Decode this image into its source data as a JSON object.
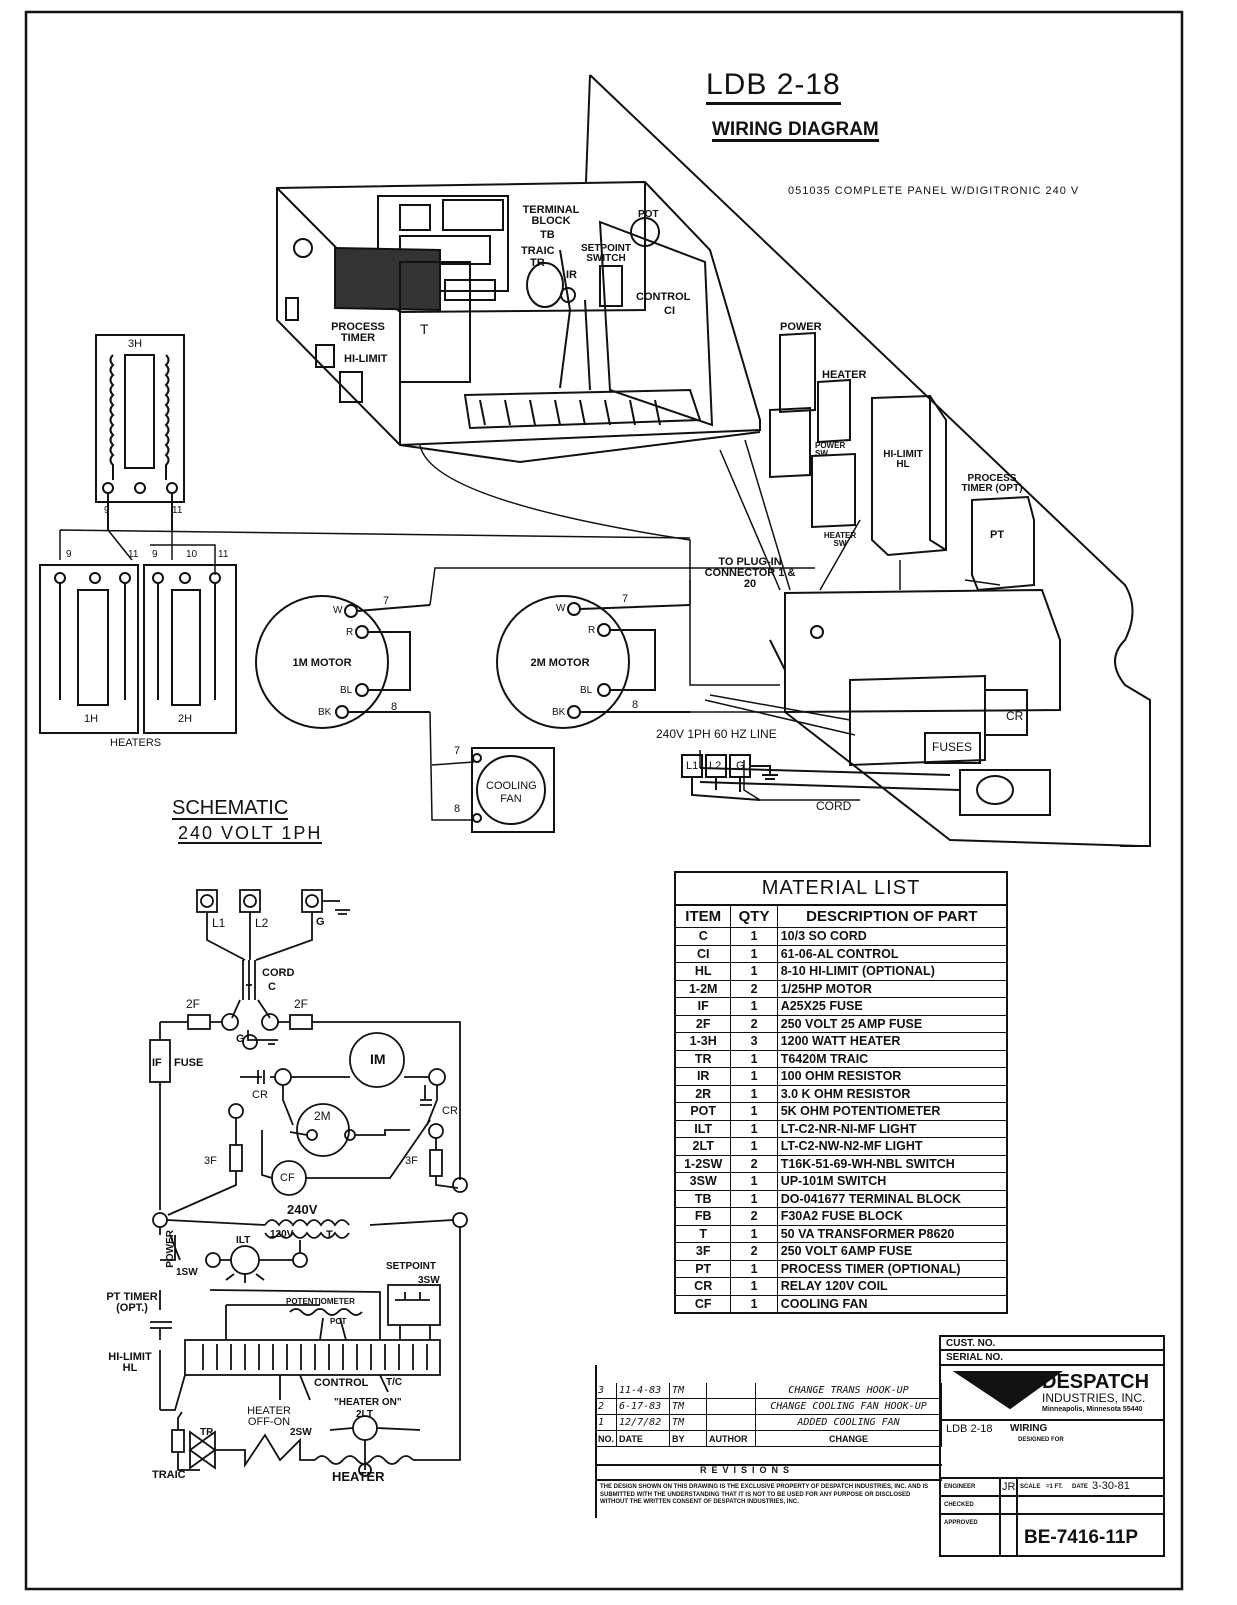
{
  "header": {
    "title": "LDB 2-18",
    "subtitle": "WIRING DIAGRAM",
    "panel_note": "051035 COMPLETE PANEL W/DIGITRONIC 240 V"
  },
  "panel_labels": {
    "terminal_block": "TERMINAL BLOCK",
    "tb": "TB",
    "traic": "TRAIC",
    "tr": "TR",
    "ir": "IR",
    "setpoint_switch": "SETPOINT SWITCH",
    "pot": "POT",
    "control": "CONTROL",
    "ci": "CI",
    "process_timer": "PROCESS TIMER",
    "hi_limit": "HI-LIMIT",
    "t": "T",
    "power": "POWER",
    "heater": "HEATER",
    "hi_limit_hl": "HI-LIMIT HL",
    "process_timer_opt": "PROCESS TIMER (OPT)",
    "pt": "PT",
    "heater_sw": "HEATER SW",
    "power_sw": "POWER SW",
    "plug_in": "TO PLUG-IN CONNECTOR 1 & 20",
    "line": "240V 1PH 60 HZ LINE",
    "cord": "CORD",
    "fuses": "FUSES",
    "cr": "CR",
    "l1": "L1",
    "l2": "L2",
    "g": "G"
  },
  "heaters": {
    "h3": "3H",
    "h1": "1H",
    "h2": "2H",
    "label": "HEATERS",
    "n9": "9",
    "n10": "10",
    "n11": "11"
  },
  "motors": {
    "m1": "1M MOTOR",
    "m2": "2M MOTOR",
    "w": "W",
    "r": "R",
    "bl": "BL",
    "bk": "BK",
    "n7": "7",
    "n8": "8",
    "fan": "COOLING FAN"
  },
  "schematic": {
    "title": "SCHEMATIC",
    "subtitle": "240 VOLT 1PH",
    "l1": "L1",
    "l2": "L2",
    "g": "G",
    "cord": "CORD",
    "c": "C",
    "f2": "2F",
    "fuse": "FUSE",
    "if": "IF",
    "im": "IM",
    "m2": "2M",
    "cr": "CR",
    "f3": "3F",
    "cf": "CF",
    "v240": "240V",
    "v120": "120V",
    "t": "T",
    "power": "POWER",
    "sw1": "1SW",
    "ilt": "ILT",
    "pt_timer": "PT TIMER (OPT.)",
    "hi_limit": "HI-LIMIT HL",
    "setpoint": "SETPOINT",
    "sw3": "3SW",
    "potentiometer": "POTENTIOMETER",
    "pot": "POT",
    "control": "CONTROL",
    "tc": "T/C",
    "heater_off_on": "HEATER OFF-ON",
    "sw2": "2SW",
    "heater_on": "\"HEATER ON\"",
    "lt2": "2LT",
    "heater": "HEATER",
    "traic": "TRAIC",
    "tr": "TR"
  },
  "material_list": {
    "title": "MATERIAL LIST",
    "headers": [
      "ITEM",
      "QTY",
      "DESCRIPTION OF PART"
    ],
    "rows": [
      [
        "C",
        "1",
        "10/3 SO CORD"
      ],
      [
        "CI",
        "1",
        "61-06-AL CONTROL"
      ],
      [
        "HL",
        "1",
        "8-10 HI-LIMIT (OPTIONAL)"
      ],
      [
        "1-2M",
        "2",
        "1/25HP MOTOR"
      ],
      [
        "IF",
        "1",
        "A25X25 FUSE"
      ],
      [
        "2F",
        "2",
        "250 VOLT 25 AMP FUSE"
      ],
      [
        "1-3H",
        "3",
        "1200 WATT HEATER"
      ],
      [
        "TR",
        "1",
        "T6420M TRAIC"
      ],
      [
        "IR",
        "1",
        "100 OHM RESISTOR"
      ],
      [
        "2R",
        "1",
        "3.0 K OHM RESISTOR"
      ],
      [
        "POT",
        "1",
        "5K OHM POTENTIOMETER"
      ],
      [
        "ILT",
        "1",
        "LT-C2-NR-NI-MF LIGHT"
      ],
      [
        "2LT",
        "1",
        "LT-C2-NW-N2-MF LIGHT"
      ],
      [
        "1-2SW",
        "2",
        "T16K-51-69-WH-NBL SWITCH"
      ],
      [
        "3SW",
        "1",
        "UP-101M SWITCH"
      ],
      [
        "TB",
        "1",
        "DO-041677 TERMINAL BLOCK"
      ],
      [
        "FB",
        "2",
        "F30A2 FUSE BLOCK"
      ],
      [
        "T",
        "1",
        "50 VA TRANSFORMER P8620"
      ],
      [
        "3F",
        "2",
        "250 VOLT 6AMP FUSE"
      ],
      [
        "PT",
        "1",
        "PROCESS TIMER (OPTIONAL)"
      ],
      [
        "CR",
        "1",
        "RELAY 120V COIL"
      ],
      [
        "CF",
        "1",
        "COOLING FAN"
      ]
    ]
  },
  "revisions": {
    "label": "REVISIONS",
    "headers": [
      "NO.",
      "DATE",
      "BY",
      "AUTHOR",
      "CHANGE"
    ],
    "rows": [
      [
        "3",
        "11-4-83",
        "TM",
        "",
        "CHANGE TRANS HOOK-UP"
      ],
      [
        "2",
        "6-17-83",
        "TM",
        "",
        "CHANGE COOLING FAN HOOK-UP"
      ],
      [
        "1",
        "12/7/82",
        "TM",
        "",
        "ADDED COOLING FAN"
      ]
    ],
    "notice": "THE DESIGN SHOWN ON THIS DRAWING IS THE EXCLUSIVE PROPERTY OF DESPATCH INDUSTRIES, INC. AND IS SUBMITTED WITH THE UNDERSTANDING THAT IT IS NOT TO BE USED FOR ANY PURPOSE OR DISCLOSED WITHOUT THE WRITTEN CONSENT OF DESPATCH INDUSTRIES, INC."
  },
  "title_block": {
    "cust_no": "CUST. NO.",
    "serial_no": "SERIAL NO.",
    "company": "DESPATCH",
    "company_sub": "INDUSTRIES, INC.",
    "company_addr": "Minneapolis, Minnesota 55440",
    "model": "LDB 2-18",
    "wiring": "WIRING",
    "designed_for": "DESIGNED FOR",
    "engineer": "ENGINEER",
    "engineer_val": "JR",
    "checked": "CHECKED",
    "approved": "APPROVED",
    "scale": "SCALE",
    "scale_val": "=1 FT.",
    "date": "DATE",
    "date_val": "3-30-81",
    "drawing_no": "BE-7416-11P"
  }
}
